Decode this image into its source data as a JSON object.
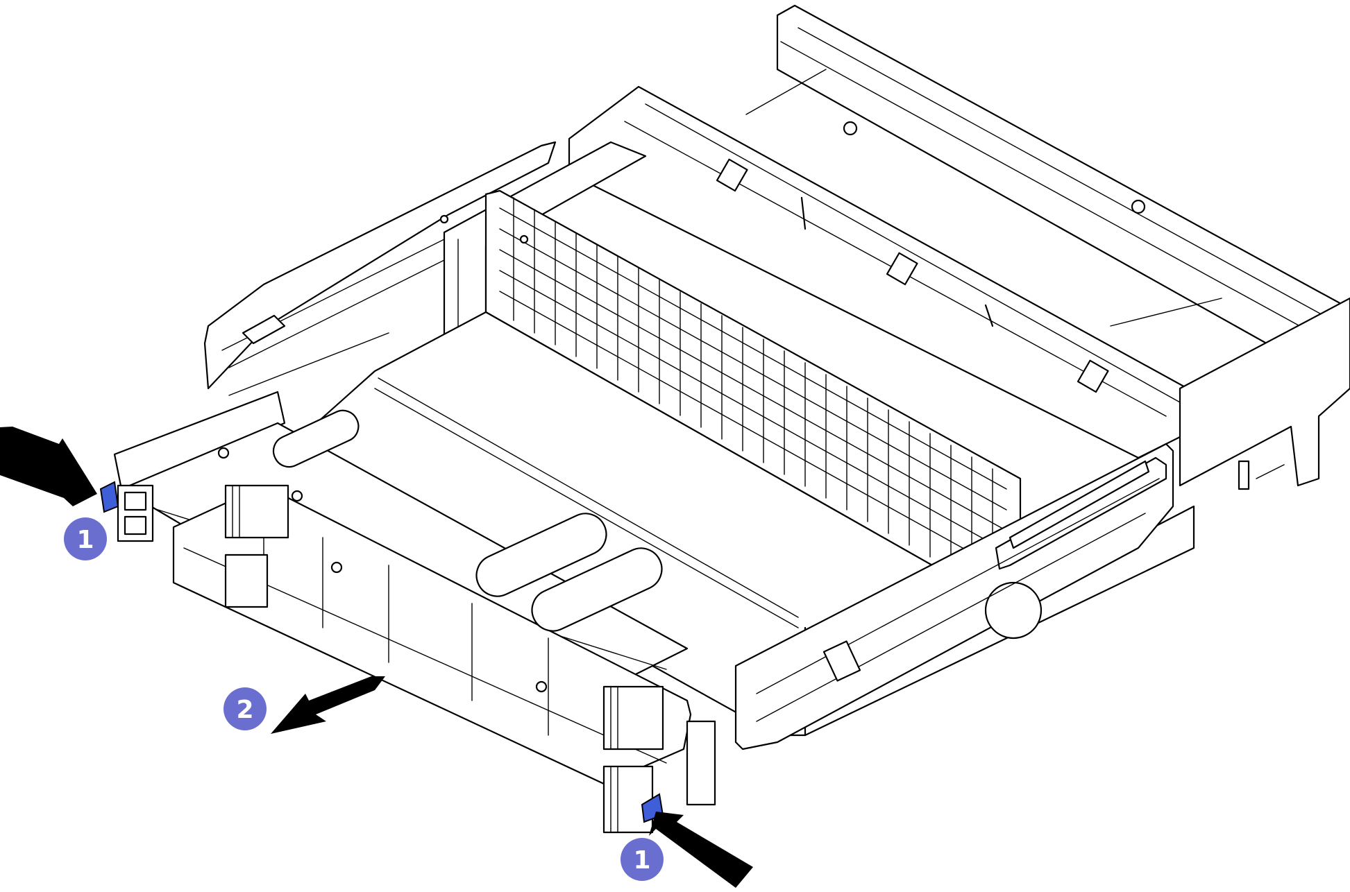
{
  "callouts": [
    {
      "label": "1",
      "step": 1
    },
    {
      "label": "1",
      "step": 1
    },
    {
      "label": "2",
      "step": 2
    }
  ],
  "colors": {
    "callout_fill": "#6a6fcf",
    "latch_fill": "#3f5fd9",
    "arrow_fill": "#000000",
    "line": "#000000"
  }
}
